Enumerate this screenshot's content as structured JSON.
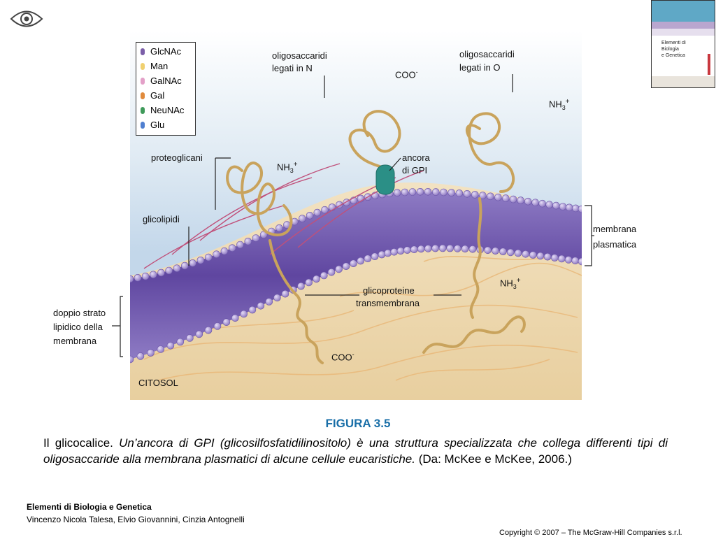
{
  "legend": [
    {
      "label": "GlcNAc",
      "color": "#7b5ea8"
    },
    {
      "label": "Man",
      "color": "#f0d070"
    },
    {
      "label": "GalNAc",
      "color": "#e3a0c8"
    },
    {
      "label": "Gal",
      "color": "#e08a3c"
    },
    {
      "label": "NeuNAc",
      "color": "#3f9a5a"
    },
    {
      "label": "Glu",
      "color": "#4f7fd0"
    }
  ],
  "labels": {
    "oligo_n_1": "oligosaccaridi",
    "oligo_n_2": "legati in N",
    "oligo_o_1": "oligosaccaridi",
    "oligo_o_2": "legati in O",
    "coo_top": "COO",
    "coo_bottom": "COO",
    "minus": "-",
    "nh3": "NH",
    "sub3": "3",
    "plus": "+",
    "gpi_1": "ancora",
    "gpi_2": "di GPI",
    "proteoglicani": "proteoglicani",
    "glicolipidi": "glicolipidi",
    "membrana_1": "membrana",
    "membrana_2": "plasmatica",
    "glicoproteine_1": "glicoproteine",
    "glicoproteine_2": "transmembrana",
    "doppio_1": "doppio strato",
    "doppio_2": "lipidico della",
    "doppio_3": "membrana",
    "citosol": "CITOSOL"
  },
  "cover": {
    "line1": "Elementi di",
    "line2": "Biologia",
    "line3": "e Genetica"
  },
  "figure_title": "FIGURA 3.5",
  "caption": {
    "lead": "Il glicocalice.",
    "italic": " Un’ancora di GPI (glicosilfosfatidilinositolo) è una struttura specializzata che collega differenti tipi di oligosaccaride alla membrana plasmatici di alcune cellule eucaristiche.",
    "source": " (Da: McKee e McKee, 2006.)"
  },
  "footer": {
    "book": "Elementi di Biologia e Genetica",
    "authors": "Vincenzo Nicola Talesa, Elvio Giovannini, Cinzia Antognelli",
    "copyright": "Copyright © 2007 – The McGraw-Hill Companies s.r.l."
  }
}
